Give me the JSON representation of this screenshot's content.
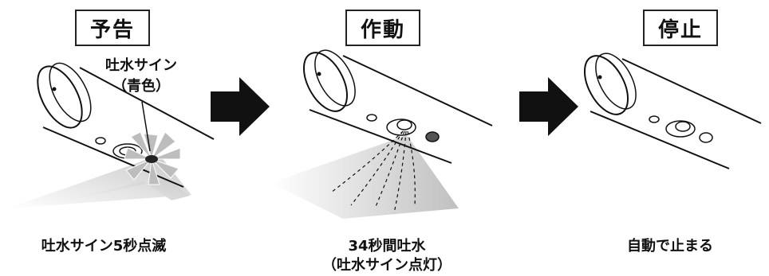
{
  "panels": [
    {
      "title": "予告",
      "caption_lines": [
        "吐水サイン5秒点滅"
      ]
    },
    {
      "title": "作動",
      "caption_lines": [
        "34秒間吐水",
        "（吐水サイン点灯）"
      ]
    },
    {
      "title": "停止",
      "caption_lines": [
        "自動で止まる"
      ]
    }
  ],
  "callout": {
    "line1": "吐水サイン",
    "line2": "（青色）"
  },
  "colors": {
    "outline": "#111111",
    "shade": "#c8c8c8",
    "arrow": "#111111"
  }
}
